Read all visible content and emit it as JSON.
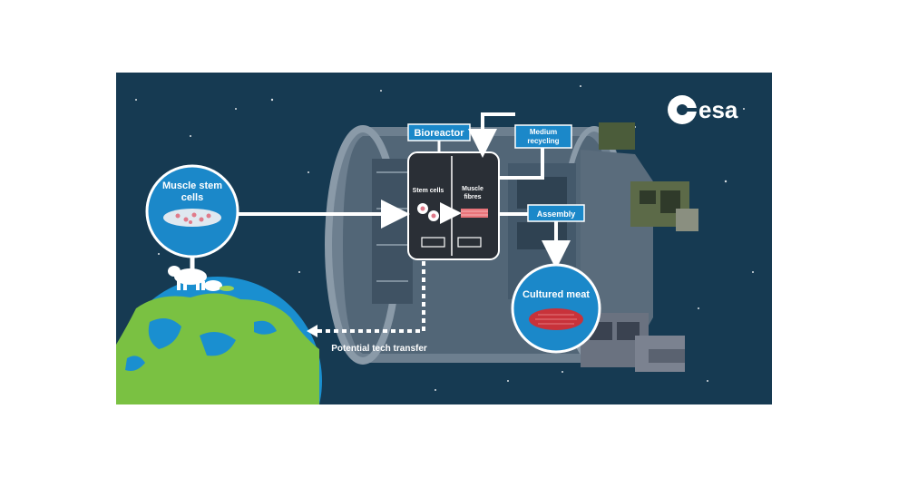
{
  "logo": {
    "text": "esa"
  },
  "labels": {
    "bioreactor": "Bioreactor",
    "medium_recycling_line1": "Medium",
    "medium_recycling_line2": "recycling",
    "assembly": "Assembly",
    "stem_cells": "Stem cells",
    "muscle_fibres_line1": "Muscle",
    "muscle_fibres_line2": "fibres",
    "muscle_stem_cells_line1": "Muscle stem",
    "muscle_stem_cells_line2": "cells",
    "cultured_meat": "Cultured meat",
    "tech_transfer": "Potential tech transfer"
  },
  "colors": {
    "space": "#163a52",
    "accent_blue": "#1b88c9",
    "earth_land": "#7ac142",
    "earth_water": "#1a8fd0",
    "meat": "#c8323a"
  }
}
